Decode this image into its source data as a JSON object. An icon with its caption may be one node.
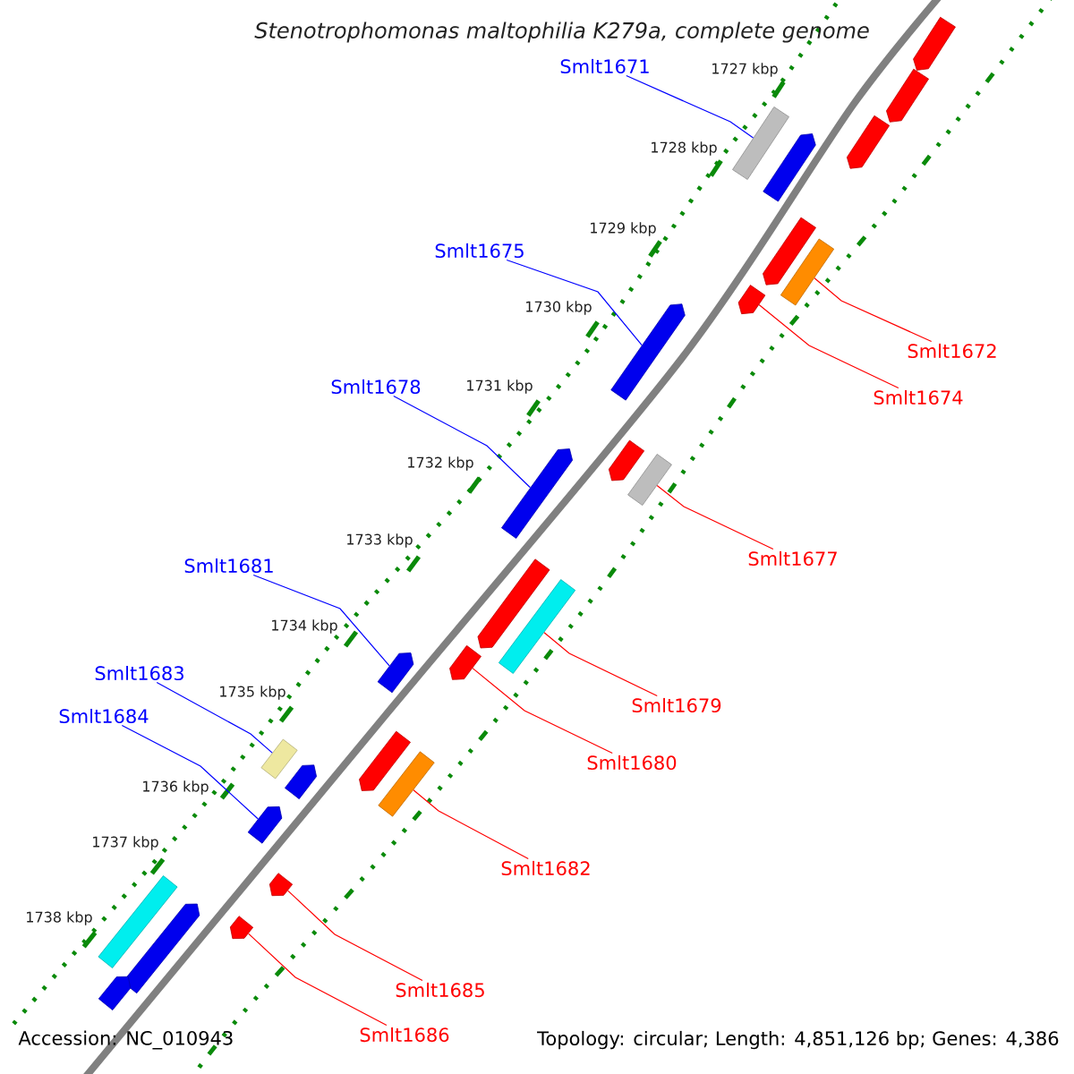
{
  "diagram": {
    "title": "Stenotrophomonas maltophilia K279a, complete genome",
    "nodes": [
      {
        "text": [
          "Smlt1671"
        ]
      },
      {
        "text": [
          "Smlt1672"
        ]
      },
      {
        "text": [
          "Smlt1674"
        ]
      },
      {
        "text": [
          "Smlt1675"
        ]
      },
      {
        "text": [
          "Smlt1678"
        ]
      },
      {
        "text": [
          "Smlt1677"
        ]
      },
      {
        "text": [
          "Smlt1681"
        ]
      },
      {
        "text": [
          "Smlt1683"
        ]
      },
      {
        "text": [
          "Smlt1679"
        ]
      },
      {
        "text": [
          "Smlt1684"
        ]
      },
      {
        "text": [
          "Smlt1680"
        ]
      },
      {
        "text": [
          "Smlt1682"
        ]
      },
      {
        "text": [
          "Smlt1685"
        ]
      },
      {
        "text": [
          "Smlt1686"
        ]
      },
      {
        "text": [],
        "shape": "bar"
      },
      {
        "text": [],
        "shape": "pentagon"
      },
      {
        "text": [],
        "shape": "pentagon"
      },
      {
        "text": [],
        "shape": "pentagon"
      },
      {
        "text": [],
        "shape": "pentagon"
      },
      {
        "text": [],
        "shape": "bar"
      },
      {
        "text": [],
        "shape": "pentagon"
      },
      {
        "text": [],
        "shape": "pentagon"
      },
      {
        "text": [],
        "shape": "bar"
      },
      {
        "text": [],
        "shape": "pentagon"
      },
      {
        "text": [],
        "shape": "pentagon"
      },
      {
        "text": [],
        "shape": "pentagon"
      },
      {
        "text": [],
        "shape": "pentagon"
      },
      {
        "text": [],
        "shape": "pentagon"
      },
      {
        "text": [],
        "shape": "pentagon"
      },
      {
        "text": [],
        "shape": "bar"
      },
      {
        "text": [],
        "shape": "pentagon"
      },
      {
        "text": [],
        "shape": "pentagon"
      },
      {
        "text": [],
        "shape": "bar"
      },
      {
        "text": [],
        "shape": "pentagon"
      },
      {
        "text": [],
        "shape": "bar"
      },
      {
        "text": [],
        "shape": "pentagon"
      },
      {
        "text": [],
        "shape": "pentagon"
      },
      {
        "text": [],
        "shape": "bar"
      },
      {
        "text": [],
        "shape": "pentagon"
      },
      {
        "text": [],
        "shape": "pentagon"
      }
    ],
    "edges": [
      {
        "from": 0,
        "to": 14,
        "arrow": "none",
        "color": "#0000ff"
      },
      {
        "from": 1,
        "to": 29,
        "arrow": "none"
      },
      {
        "from": 2,
        "to": 30,
        "arrow": "none"
      },
      {
        "from": 3,
        "to": 16,
        "arrow": "none",
        "color": "#0000ff"
      },
      {
        "from": 4,
        "to": 17,
        "arrow": "none",
        "color": "#0000ff"
      },
      {
        "from": 5,
        "to": 32,
        "arrow": "none"
      },
      {
        "from": 6,
        "to": 18,
        "arrow": "none",
        "color": "#0000ff"
      },
      {
        "from": 7,
        "to": 19,
        "arrow": "none",
        "color": "#0000ff"
      },
      {
        "from": 8,
        "to": 34,
        "arrow": "none"
      },
      {
        "from": 9,
        "to": 21,
        "arrow": "none",
        "color": "#0000ff"
      },
      {
        "from": 10,
        "to": 35,
        "arrow": "none"
      },
      {
        "from": 11,
        "to": 37,
        "arrow": "none"
      },
      {
        "from": 12,
        "to": 38,
        "arrow": "none"
      },
      {
        "from": 13,
        "to": 39,
        "arrow": "none"
      }
    ],
    "labels": [
      "1727 kbp",
      "1728 kbp",
      "1729 kbp",
      "1730 kbp",
      "1731 kbp",
      "1732 kbp",
      "1733 kbp",
      "1734 kbp",
      "1735 kbp",
      "1736 kbp",
      "1737 kbp",
      "1738 kbp",
      "Accession: NC_010943",
      "Topology: circular; Length: 4,851,126 bp; Genes: 4,386"
    ]
  }
}
